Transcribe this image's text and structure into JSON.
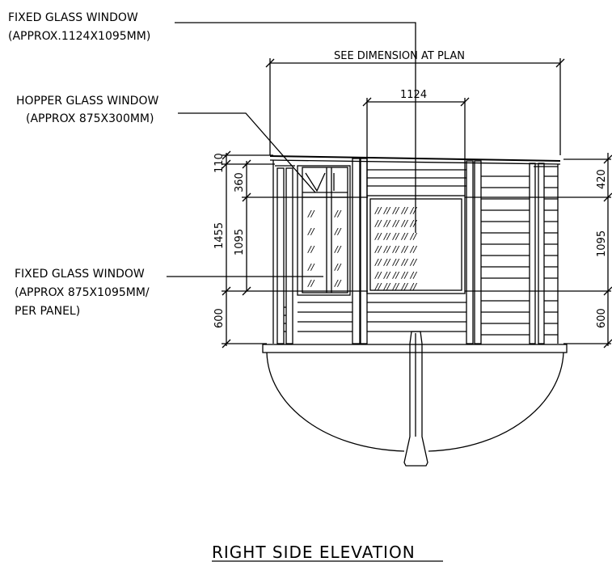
{
  "labels": {
    "fixed_glass_window_top_line1": "FIXED GLASS WINDOW",
    "fixed_glass_window_top_line2": "(APPROX.1124X1095MM)",
    "hopper_line1": "HOPPER GLASS WINDOW",
    "hopper_line2": "(APPROX 875X300MM)",
    "fixed_panel_line1": "FIXED GLASS WINDOW",
    "fixed_panel_line2": "(APPROX 875X1095MM/",
    "fixed_panel_line3": "PER PANEL)",
    "see_dimension": "SEE DIMENSION AT PLAN",
    "title": "RIGHT SIDE ELEVATION"
  },
  "dimensions": {
    "top_width": "1124",
    "left_110": "110",
    "left_360": "360",
    "left_1455": "1455",
    "left_1095": "1095",
    "left_600": "600",
    "right_420": "420",
    "right_1095": "1095",
    "right_600": "600"
  }
}
